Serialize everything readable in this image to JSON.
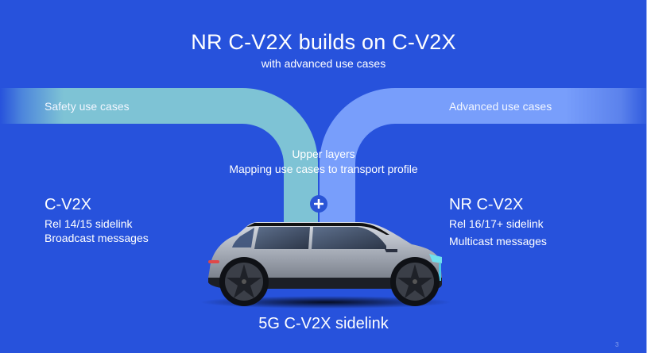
{
  "slide": {
    "title": "NR C-V2X builds on C-V2X",
    "subtitle": "with advanced use cases",
    "page_number": "3",
    "background_color": "#2752dc"
  },
  "bands": {
    "left": {
      "label": "Safety use cases",
      "color": "#7ec3d5"
    },
    "right": {
      "label": "Advanced use cases",
      "color": "#789efb"
    }
  },
  "center": {
    "line1": "Upper layers",
    "line2": "Mapping use cases to transport profile",
    "junction_icon": "plus-icon"
  },
  "left_panel": {
    "title": "C-V2X",
    "line1": "Rel 14/15 sidelink",
    "line2": "Broadcast messages"
  },
  "right_panel": {
    "title": "NR C-V2X",
    "line1": "Rel 16/17+ sidelink",
    "line2": "Multicast messages"
  },
  "illustration": {
    "subject": "car-image",
    "caption": "5G C-V2X sidelink"
  }
}
